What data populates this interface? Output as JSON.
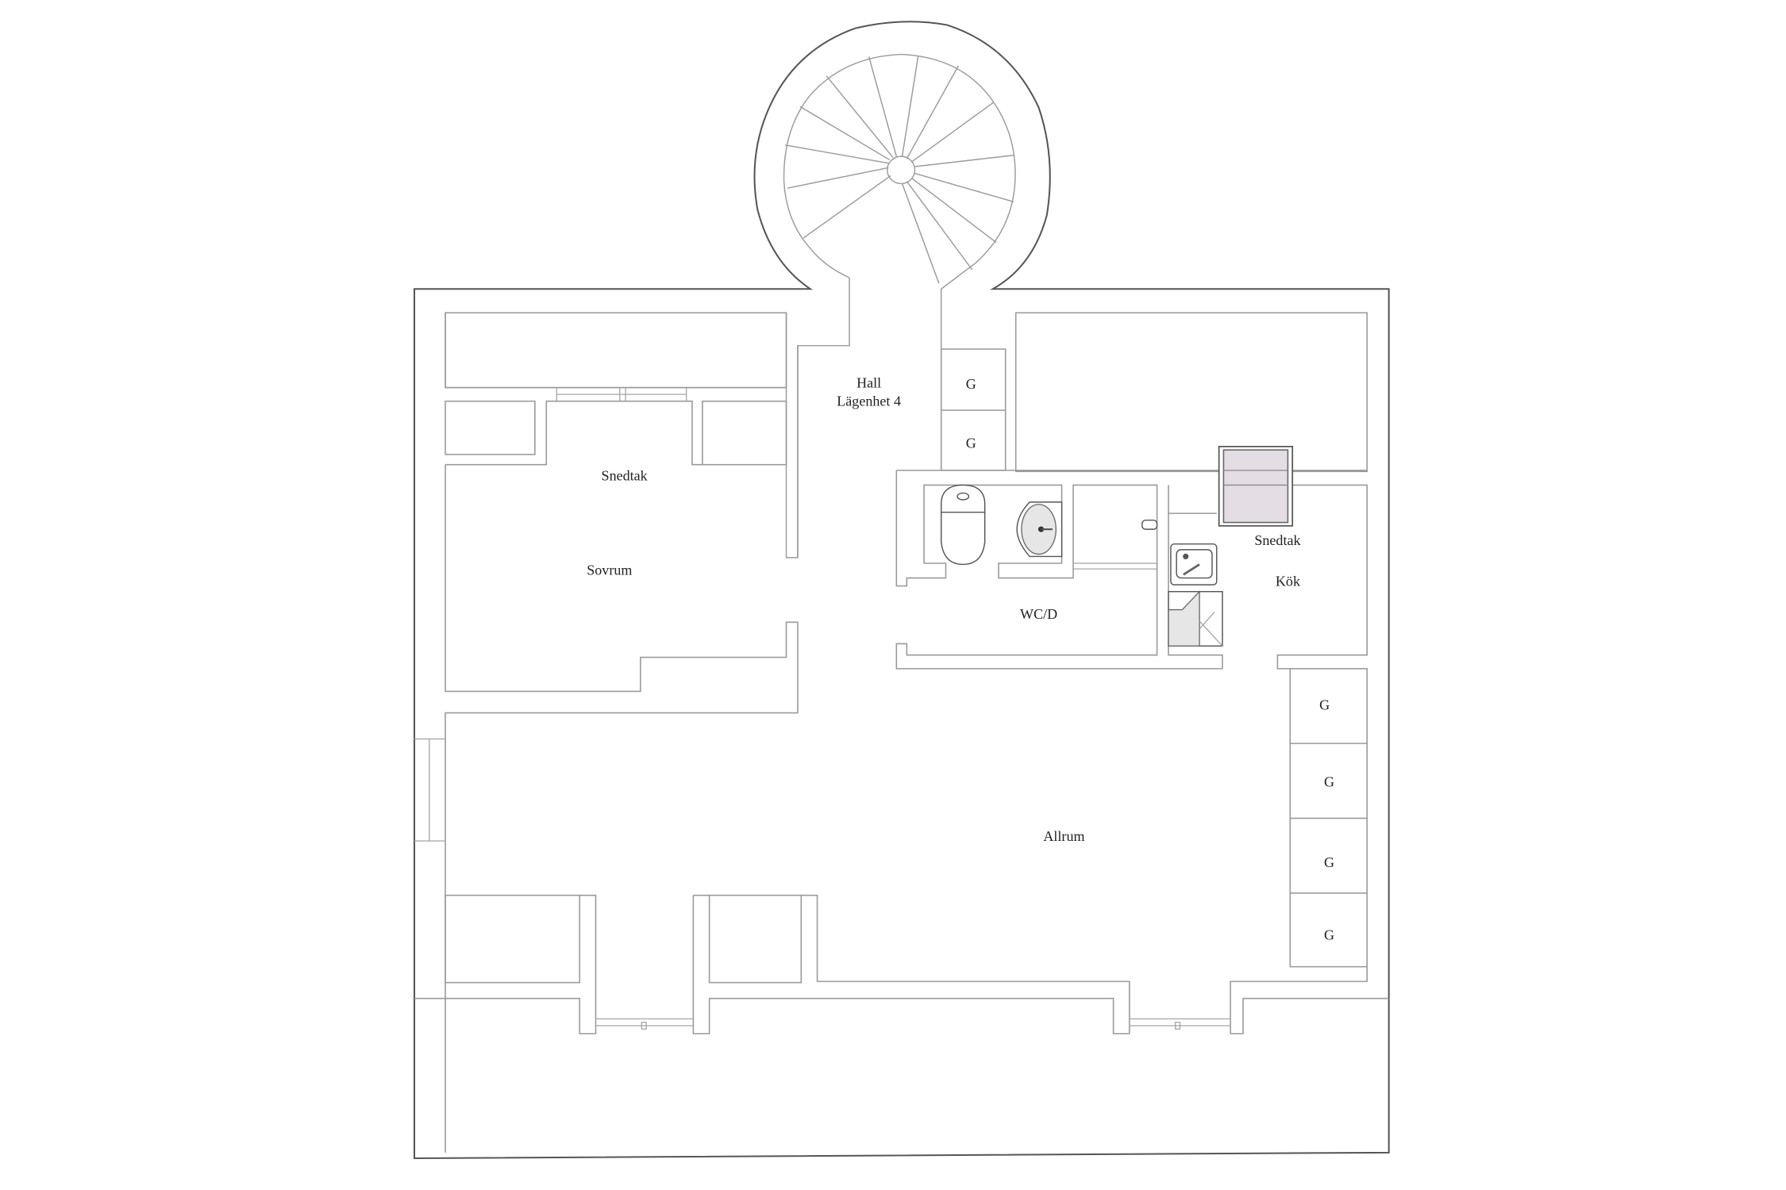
{
  "plan": {
    "rooms": {
      "hall": {
        "line1": "Hall",
        "line2": "Lägenhet 4"
      },
      "sovrum_ceiling": "Snedtak",
      "sovrum": "Sovrum",
      "wc": "WC/D",
      "kok_ceiling": "Snedtak",
      "kok": "Kök",
      "allrum": "Allrum"
    },
    "closets": {
      "hall_1": "G",
      "hall_2": "G",
      "allrum_1": "G",
      "allrum_2": "G",
      "allrum_3": "G",
      "allrum_4": "G"
    },
    "colors": {
      "wall": "#555555",
      "interior_line": "#9a9a9a",
      "skylight": "#e4dde4",
      "background": "#ffffff"
    },
    "stair": {
      "type": "spiral",
      "steps": 16
    }
  }
}
